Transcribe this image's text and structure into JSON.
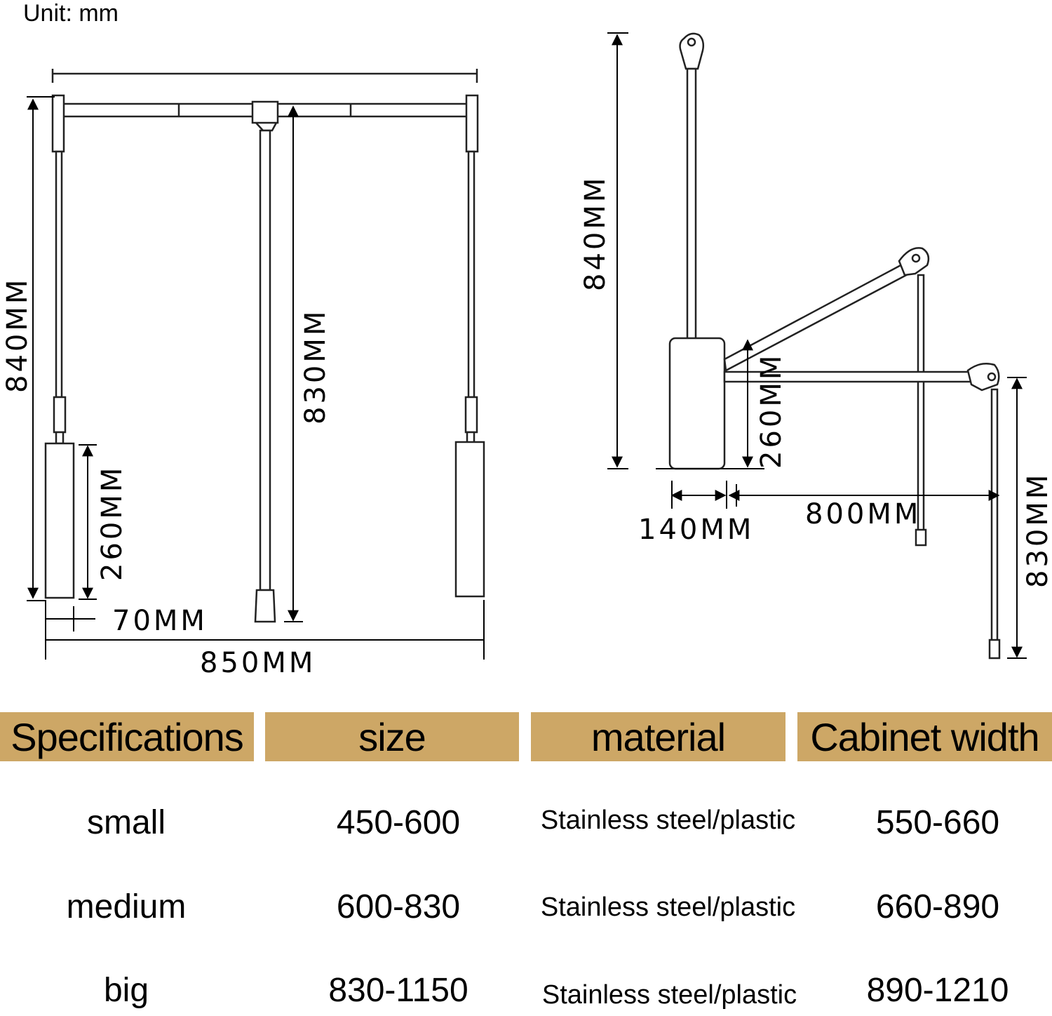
{
  "unit_label": "Unit: mm",
  "front_view": {
    "height": "840MM",
    "inner_height": "830MM",
    "case_height": "260MM",
    "case_width": "70MM",
    "total_width": "850MM"
  },
  "side_view": {
    "height": "840MM",
    "case_height": "260MM",
    "depth": "140MM",
    "reach": "800MM",
    "drop": "830MM"
  },
  "table": {
    "headers": [
      "Specifications",
      "size",
      "material",
      "Cabinet width"
    ],
    "rows": [
      [
        "small",
        "450-600",
        "Stainless steel/plastic",
        "550-660"
      ],
      [
        "medium",
        "600-830",
        "Stainless steel/plastic",
        "660-890"
      ],
      [
        "big",
        "830-1150",
        "Stainless steel/plastic",
        "890-1210"
      ]
    ]
  },
  "colors": {
    "header_bg": "#cda766",
    "line": "#222222"
  }
}
